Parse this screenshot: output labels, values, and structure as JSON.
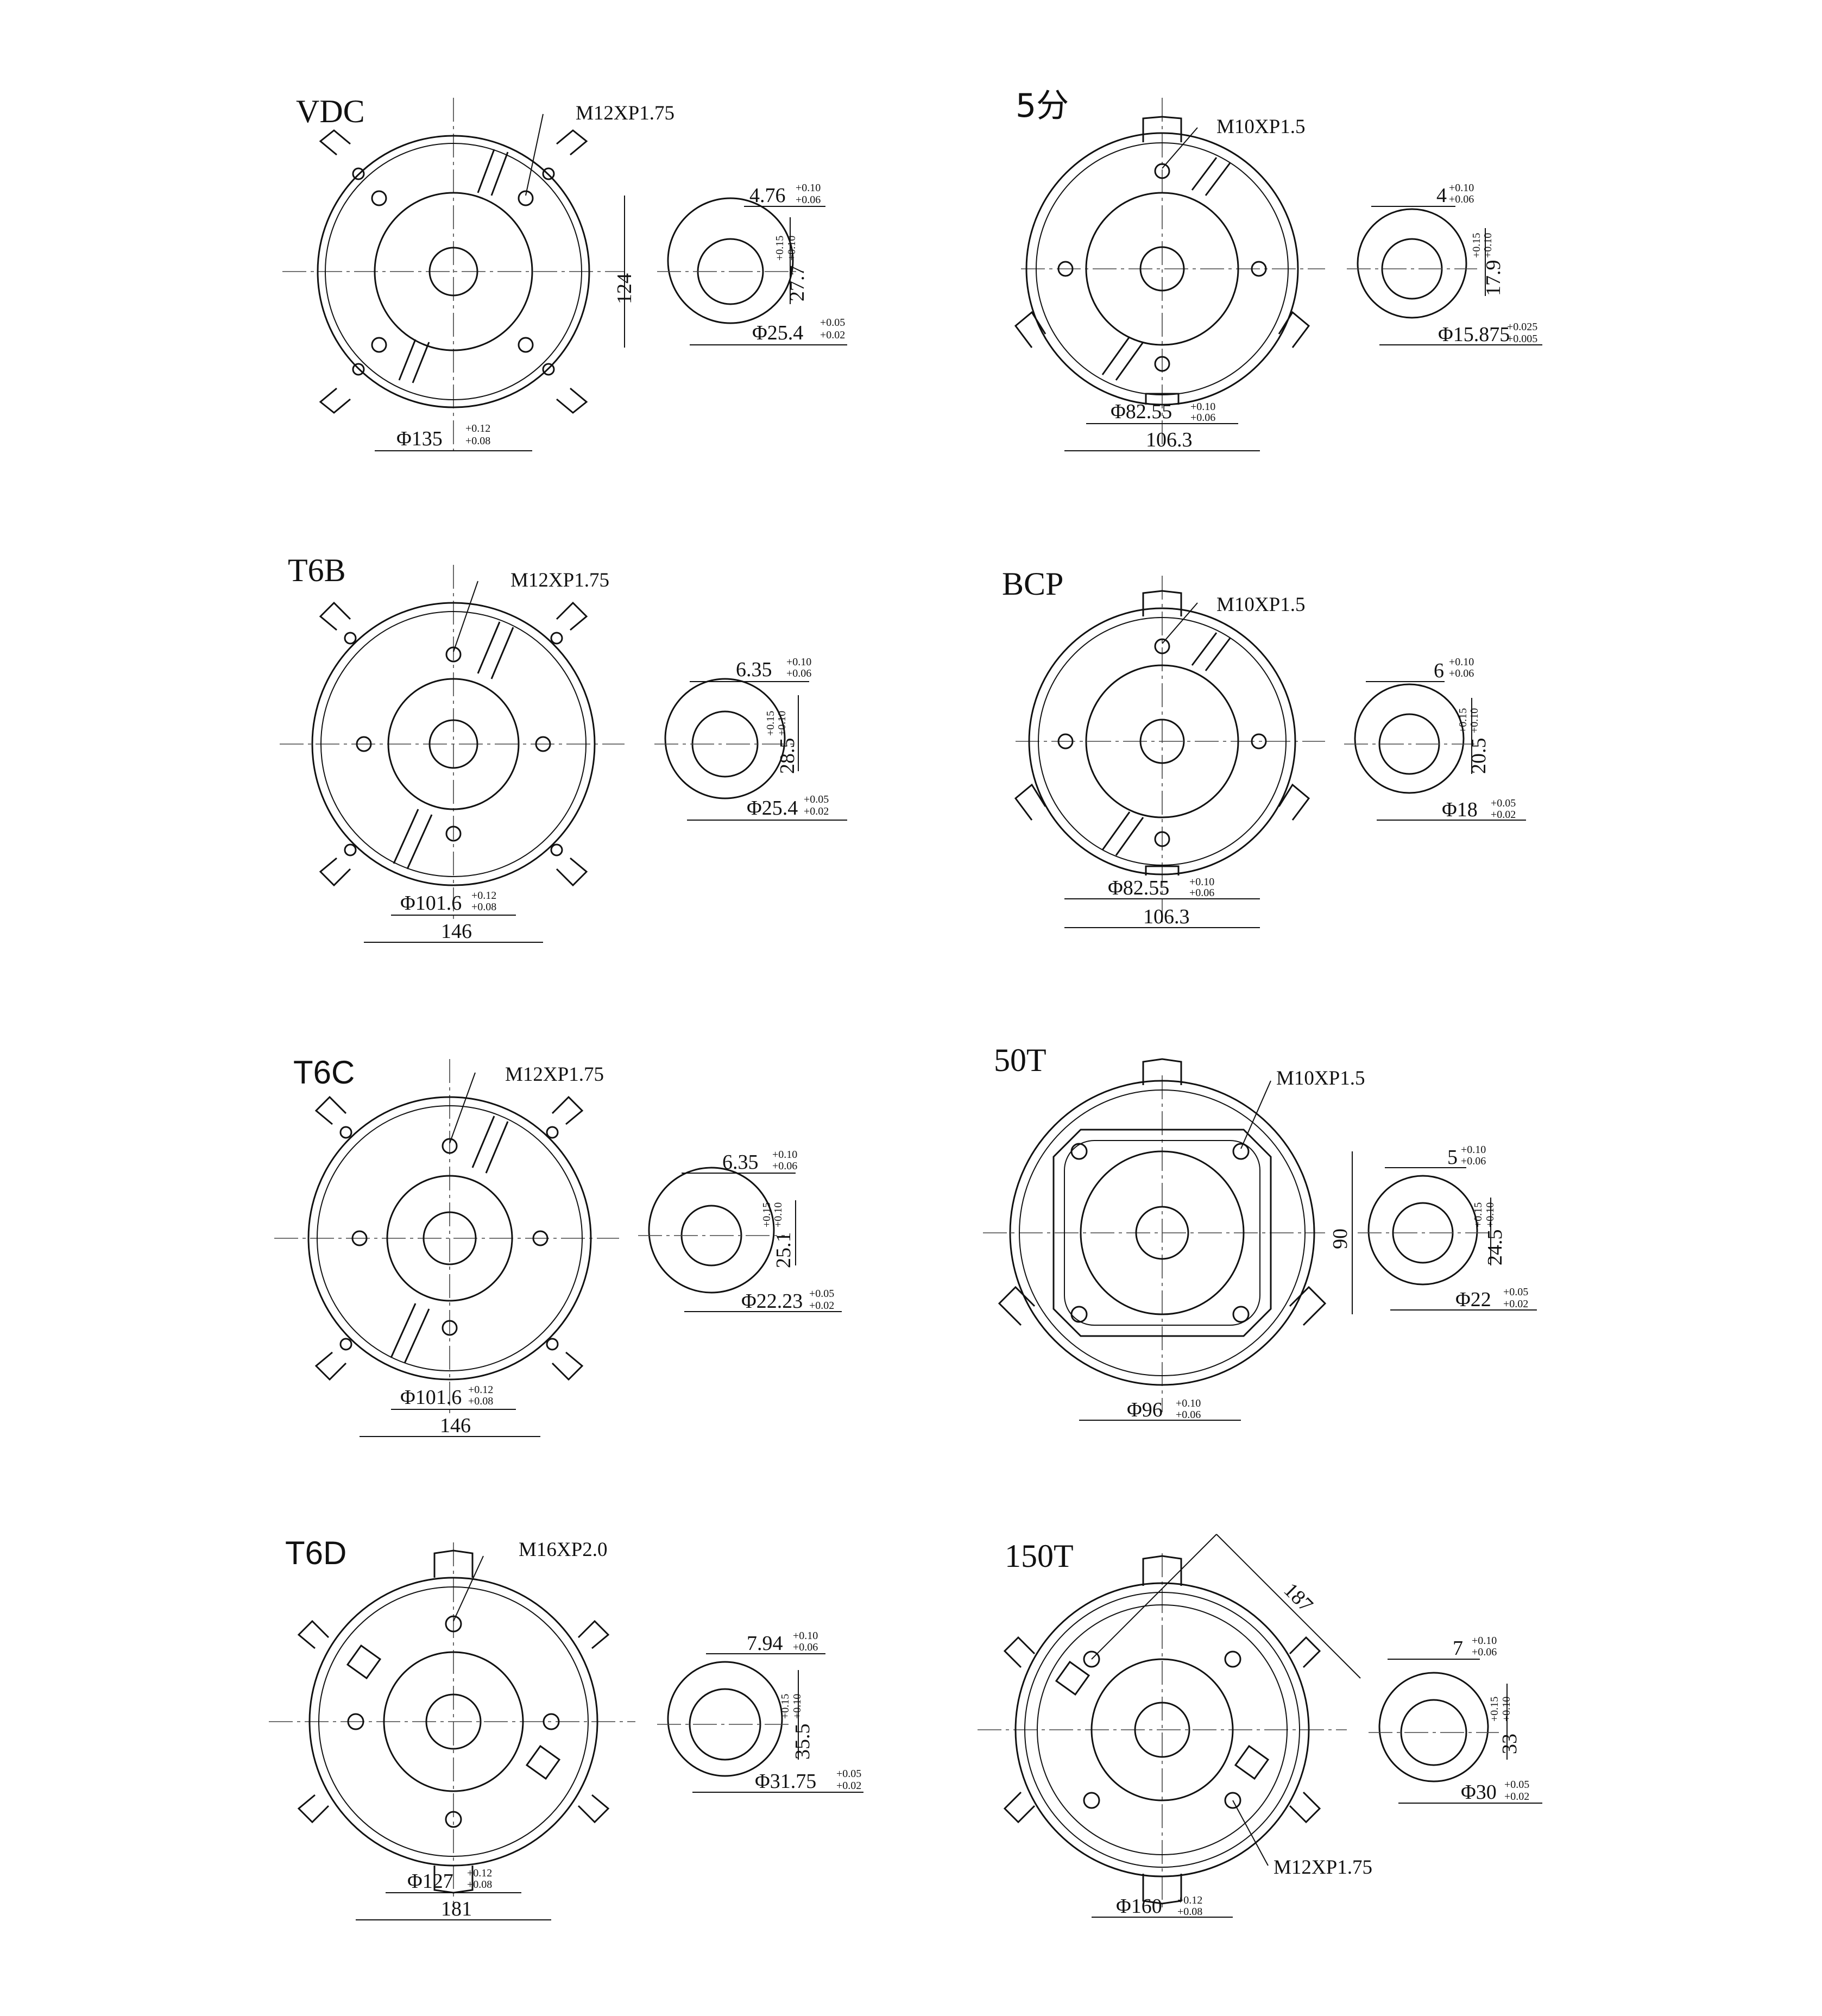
{
  "flanges": [
    {
      "title": "VDC",
      "thread": "M12XP1.75",
      "pilot_dia": "Φ135",
      "pilot_tol": [
        "+0.12",
        "+0.08"
      ],
      "bolt_span": "",
      "square": "124",
      "slant_dim": "",
      "key_width": "4.76",
      "key_width_tol": [
        "+0.10",
        "+0.06"
      ],
      "key_height": "27.7",
      "key_height_tol": [
        "+0.15",
        "+0.10"
      ],
      "shaft_dia": "Φ25.4",
      "shaft_tol": [
        "+0.05",
        "+0.02"
      ]
    },
    {
      "title": "5分",
      "thread": "M10XP1.5",
      "pilot_dia": "Φ82.55",
      "pilot_tol": [
        "+0.10",
        "+0.06"
      ],
      "bolt_span": "106.3",
      "square": "",
      "slant_dim": "",
      "key_width": "4",
      "key_width_tol": [
        "+0.10",
        "+0.06"
      ],
      "key_height": "17.9",
      "key_height_tol": [
        "+0.15",
        "+0.10"
      ],
      "shaft_dia": "Φ15.875",
      "shaft_tol": [
        "+0.025",
        "+0.005"
      ]
    },
    {
      "title": "T6B",
      "thread": "M12XP1.75",
      "pilot_dia": "Φ101.6",
      "pilot_tol": [
        "+0.12",
        "+0.08"
      ],
      "bolt_span": "146",
      "square": "",
      "slant_dim": "",
      "key_width": "6.35",
      "key_width_tol": [
        "+0.10",
        "+0.06"
      ],
      "key_height": "28.5",
      "key_height_tol": [
        "+0.15",
        "+0.10"
      ],
      "shaft_dia": "Φ25.4",
      "shaft_tol": [
        "+0.05",
        "+0.02"
      ]
    },
    {
      "title": "BCP",
      "thread": "M10XP1.5",
      "pilot_dia": "Φ82.55",
      "pilot_tol": [
        "+0.10",
        "+0.06"
      ],
      "bolt_span": "106.3",
      "square": "",
      "slant_dim": "",
      "key_width": "6",
      "key_width_tol": [
        "+0.10",
        "+0.06"
      ],
      "key_height": "20.5",
      "key_height_tol": [
        "+0.15",
        "+0.10"
      ],
      "shaft_dia": "Φ18",
      "shaft_tol": [
        "+0.05",
        "+0.02"
      ]
    },
    {
      "title": "T6C",
      "thread": "M12XP1.75",
      "pilot_dia": "Φ101.6",
      "pilot_tol": [
        "+0.12",
        "+0.08"
      ],
      "bolt_span": "146",
      "square": "",
      "slant_dim": "",
      "key_width": "6.35",
      "key_width_tol": [
        "+0.10",
        "+0.06"
      ],
      "key_height": "25.1",
      "key_height_tol": [
        "+0.15",
        "+0.10"
      ],
      "shaft_dia": "Φ22.23",
      "shaft_tol": [
        "+0.05",
        "+0.02"
      ]
    },
    {
      "title": "50T",
      "thread": "M10XP1.5",
      "pilot_dia": "Φ96",
      "pilot_tol": [
        "+0.10",
        "+0.06"
      ],
      "bolt_span": "",
      "square": "90",
      "slant_dim": "",
      "key_width": "5",
      "key_width_tol": [
        "+0.10",
        "+0.06"
      ],
      "key_height": "24.5",
      "key_height_tol": [
        "+0.15",
        "+0.10"
      ],
      "shaft_dia": "Φ22",
      "shaft_tol": [
        "+0.05",
        "+0.02"
      ]
    },
    {
      "title": "T6D",
      "thread": "M16XP2.0",
      "pilot_dia": "Φ127",
      "pilot_tol": [
        "+0.12",
        "+0.08"
      ],
      "bolt_span": "181",
      "square": "",
      "slant_dim": "",
      "key_width": "7.94",
      "key_width_tol": [
        "+0.10",
        "+0.06"
      ],
      "key_height": "35.5",
      "key_height_tol": [
        "+0.15",
        "+0.10"
      ],
      "shaft_dia": "Φ31.75",
      "shaft_tol": [
        "+0.05",
        "+0.02"
      ]
    },
    {
      "title": "150T",
      "thread": "M12XP1.75",
      "pilot_dia": "Φ160",
      "pilot_tol": [
        "+0.12",
        "+0.08"
      ],
      "bolt_span": "",
      "square": "",
      "slant_dim": "187",
      "key_width": "7",
      "key_width_tol": [
        "+0.10",
        "+0.06"
      ],
      "key_height": "33",
      "key_height_tol": [
        "+0.15",
        "+0.10"
      ],
      "shaft_dia": "Φ30",
      "shaft_tol": [
        "+0.05",
        "+0.02"
      ]
    }
  ]
}
